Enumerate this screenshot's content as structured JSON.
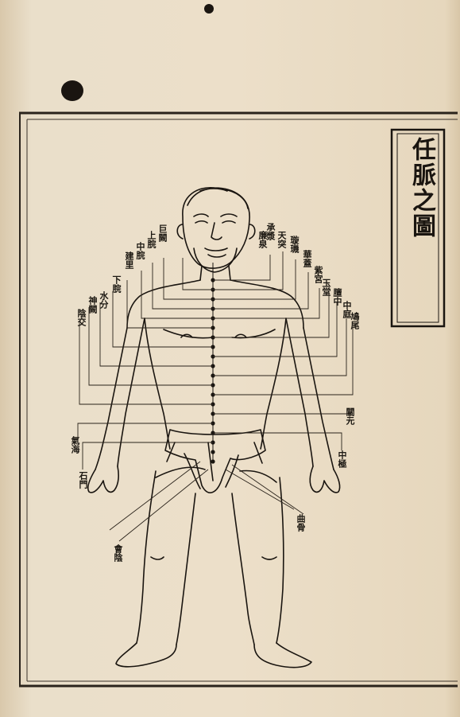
{
  "title": "任脈之圖",
  "labels": {
    "chengjiang": "承漿",
    "lianquan": "廉泉",
    "tiantu": "天突",
    "xuanji": "璇璣",
    "huagai": "華蓋",
    "zigong": "紫宮",
    "yutang": "玉堂",
    "shanzhong": "膻中",
    "zhongting": "中庭",
    "jiuwei": "鳩尾",
    "juque": "巨闕",
    "shangwan": "上脘",
    "zhongwan": "中脘",
    "jianli": "建里",
    "xiawan": "下脘",
    "shuifen": "水分",
    "shenque": "神闕",
    "yinjiao": "陰交",
    "qihai": "氣海",
    "shimen": "石門",
    "guanyuan": "關元",
    "zhongji": "中極",
    "qugu": "曲骨",
    "huiyin": "會陰"
  },
  "colors": {
    "ink": "#1a1510",
    "paper": "#ecdfc9",
    "bleed": "#c6bcae"
  }
}
